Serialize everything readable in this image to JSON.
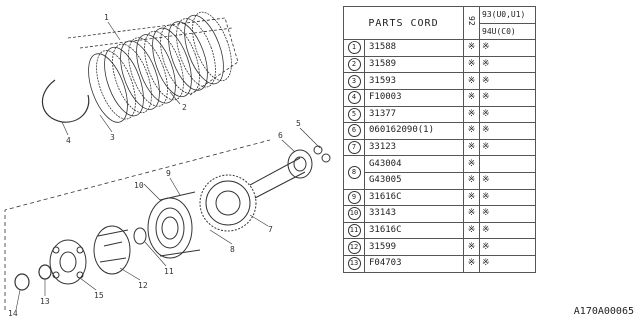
{
  "header": {
    "title": "PARTS CORD",
    "year1_code": "92",
    "year2_code": "93(U0,U1)",
    "year3_code": "94U(C0)"
  },
  "parts": [
    {
      "num": "1",
      "code": "31588",
      "m1": "※",
      "m2": "※"
    },
    {
      "num": "2",
      "code": "31589",
      "m1": "※",
      "m2": "※"
    },
    {
      "num": "3",
      "code": "31593",
      "m1": "※",
      "m2": "※"
    },
    {
      "num": "4",
      "code": "F10003",
      "m1": "※",
      "m2": "※"
    },
    {
      "num": "5",
      "code": "31377",
      "m1": "※",
      "m2": "※"
    },
    {
      "num": "6",
      "code": "060162090(1)",
      "m1": "※",
      "m2": "※"
    },
    {
      "num": "7",
      "code": "33123",
      "m1": "※",
      "m2": "※"
    },
    {
      "num": "8",
      "code": "G43004",
      "m1": "※",
      "m2": ""
    },
    {
      "num": "",
      "code": "G43005",
      "m1": "※",
      "m2": "※"
    },
    {
      "num": "9",
      "code": "31616C",
      "m1": "※",
      "m2": "※"
    },
    {
      "num": "10",
      "code": "33143",
      "m1": "※",
      "m2": "※"
    },
    {
      "num": "11",
      "code": "31616C",
      "m1": "※",
      "m2": "※"
    },
    {
      "num": "12",
      "code": "31599",
      "m1": "※",
      "m2": "※"
    },
    {
      "num": "13",
      "code": "F04703",
      "m1": "※",
      "m2": "※"
    }
  ],
  "callouts": [
    "1",
    "2",
    "3",
    "4",
    "5",
    "6",
    "7",
    "8",
    "9",
    "10",
    "11",
    "12",
    "13",
    "14",
    "15"
  ],
  "footer": {
    "ref": "A170A00065"
  }
}
